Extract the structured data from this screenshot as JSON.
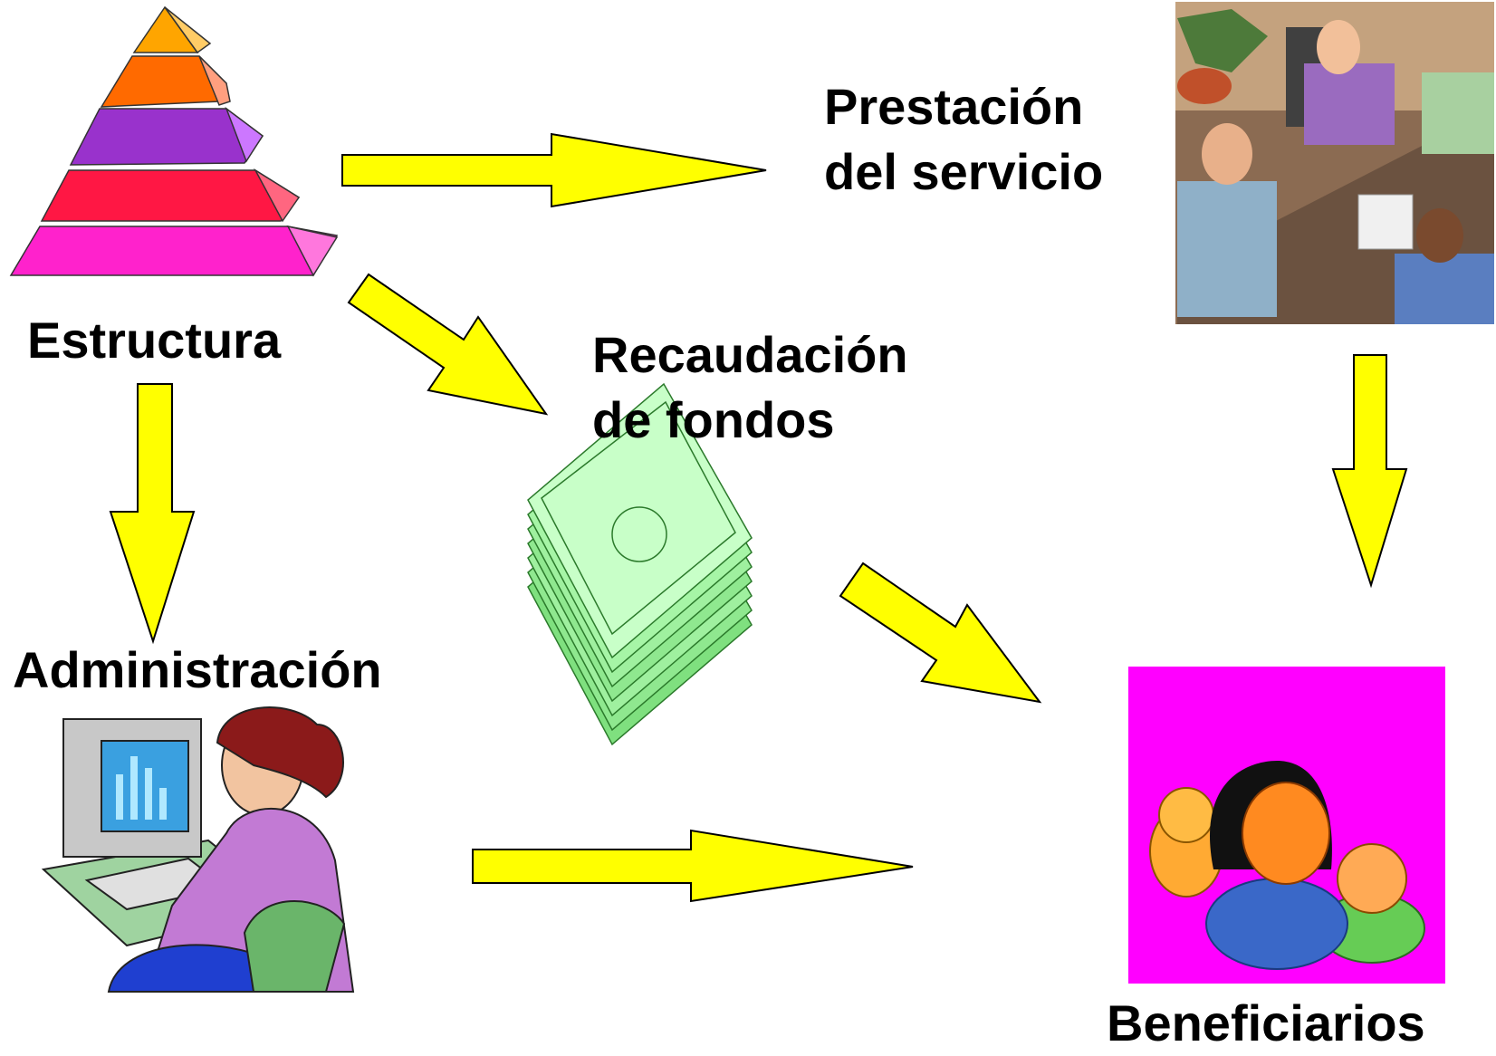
{
  "nodes": {
    "estructura": "Estructura",
    "prestacion": "Prestación\ndel servicio",
    "recaudacion": "Recaudación\nde fondos",
    "administracion": "Administración",
    "beneficiarios": "Beneficiarios"
  },
  "colors": {
    "arrow_fill": "#ffff00",
    "arrow_stroke": "#000000",
    "beneficiarios_bg": "#ff00ff",
    "money": "#a6f5a6"
  },
  "icons": {
    "estructura": "pyramid-icon",
    "prestacion": "meeting-icon",
    "recaudacion": "money-stack-icon",
    "administracion": "computer-user-icon",
    "beneficiarios": "family-icon"
  }
}
